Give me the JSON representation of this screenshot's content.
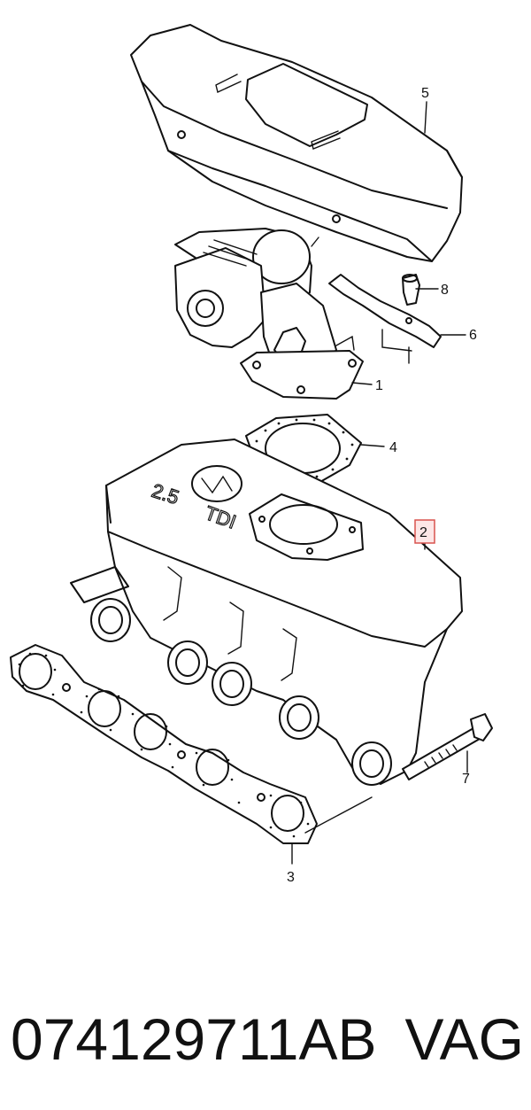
{
  "callouts": {
    "c1": "1",
    "c2": "2",
    "c3": "3",
    "c4": "4",
    "c5": "5",
    "c6": "6",
    "c7": "7",
    "c8": "8"
  },
  "emboss": {
    "displacement": "2.5",
    "engine_code": "TDI"
  },
  "caption": {
    "part_number": "074129711AB",
    "brand": "VAG"
  },
  "colors": {
    "line": "#111111",
    "highlight_box": "#d9534f",
    "highlight_fill": "#fde6e6"
  }
}
